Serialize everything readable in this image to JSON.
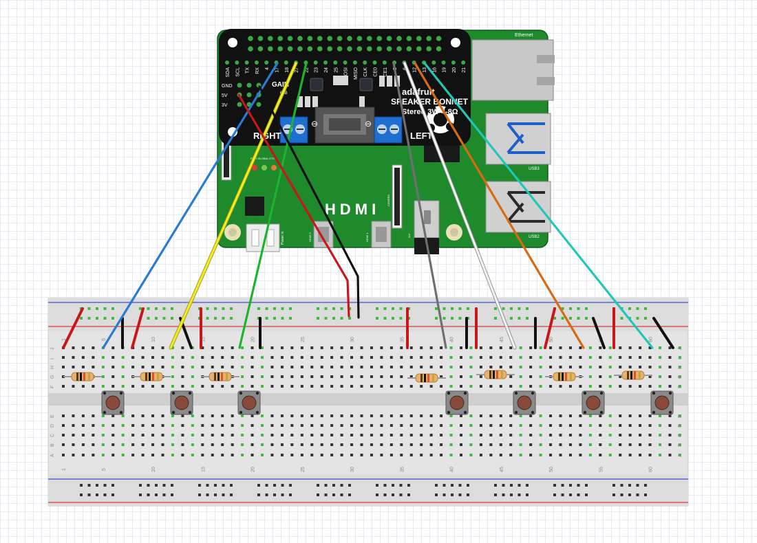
{
  "header_pins": [
    "SDA",
    "SCL",
    "TX",
    "RX",
    "4",
    "17",
    "18",
    "27",
    "22",
    "23",
    "24",
    "25",
    "MOSI",
    "MISO",
    "CLK",
    "CE0",
    "CE1",
    "5",
    "6",
    "12",
    "13",
    "16",
    "19",
    "20",
    "21"
  ],
  "power_pins": [
    "GND",
    "5V",
    "3V"
  ],
  "bonnet": {
    "brand": "adafruit",
    "line1": "SPEAKER BONNET",
    "line2": "Stereo 3W 4-8Ω",
    "gain": "GAIN",
    "gain_db": "6dB",
    "right": "RIGHT",
    "left": "LEFT"
  },
  "pi": {
    "hdmi": "HDMI",
    "ethernet": "Ethernet",
    "usb3": "USB3",
    "usb2": "USB2",
    "power_in": "Power in",
    "camera": "CAMERA",
    "av": "A/V",
    "hdmi0": "HDMI 0",
    "hdmi1": "HDMI 1",
    "led_labels": "PWR  GLOBAL  ETC"
  },
  "breadboard": {
    "col_numbers": [
      "1",
      "5",
      "10",
      "15",
      "20",
      "25",
      "30",
      "35",
      "40",
      "45",
      "50",
      "55",
      "60"
    ],
    "rows_top": [
      "J",
      "I",
      "H",
      "G",
      "F"
    ],
    "rows_bottom": [
      "E",
      "D",
      "C",
      "B",
      "A"
    ]
  },
  "colors": {
    "pcb": "#1e8a2c",
    "bonnet": "#111111",
    "wire_blue": "#2a7ad4",
    "wire_yellow": "#f2ec1c",
    "wire_green": "#1db32d",
    "wire_red": "#c8171b",
    "wire_black": "#111111",
    "wire_gray": "#6f6f6f",
    "wire_white": "#f2f2f2",
    "wire_orange": "#d86b12",
    "wire_teal": "#21c7b6"
  }
}
